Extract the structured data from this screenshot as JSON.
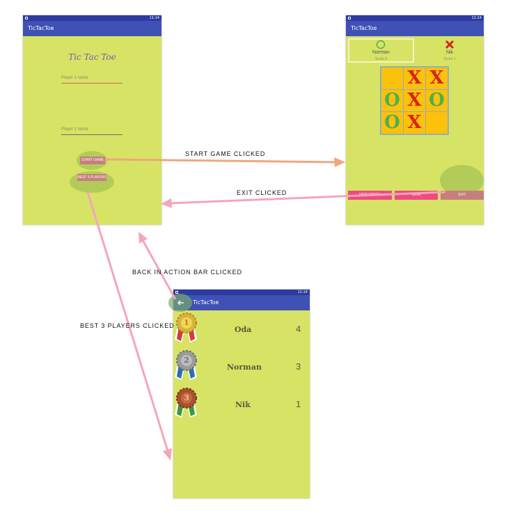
{
  "screens": {
    "main": {
      "status_time": "11:14",
      "app_title": "TicTacToe",
      "game_title": "Tic Tac Toe",
      "player1_placeholder": "Player 1 name",
      "player2_placeholder": "Player 2 name",
      "start_button": "START GAME",
      "best_button": "BEST 3 PLAYERS"
    },
    "game": {
      "status_time": "11:14",
      "app_title": "TicTacToe",
      "player1": {
        "name": "Norman",
        "score": "Score 0",
        "symbol": "circle-icon"
      },
      "player2": {
        "name": "Nik",
        "score": "Score 1",
        "symbol": "cross-icon"
      },
      "board": [
        [
          "",
          "X",
          "X"
        ],
        [
          "O",
          "X",
          "O"
        ],
        [
          "O",
          "X",
          ""
        ]
      ],
      "buttons": {
        "new_match": "NEW MATCH",
        "save": "SAVE",
        "exit": "EXIT"
      }
    },
    "leaderboard": {
      "status_time": "11:14",
      "app_title": "TicTacToe",
      "back_icon": "arrow-left-icon",
      "rows": [
        {
          "rank": "1",
          "name": "Oda",
          "score": "4",
          "medal": "gold-medal-icon"
        },
        {
          "rank": "2",
          "name": "Norman",
          "score": "3",
          "medal": "silver-medal-icon"
        },
        {
          "rank": "3",
          "name": "Nik",
          "score": "1",
          "medal": "bronze-medal-icon"
        }
      ]
    }
  },
  "transitions": {
    "start_game": "START GAME CLICKED",
    "exit": "EXIT CLICKED",
    "back": "BACK IN ACTION BAR CLICKED",
    "best": "BEST 3 PLAYERS CLICKED"
  },
  "colors": {
    "screen_bg": "#d7e365",
    "appbar": "#3f51b5",
    "statusbar": "#2d3aa0",
    "board_cell": "#fcc10b",
    "x_mark": "#d8231f",
    "o_mark": "#4caf50",
    "action_button": "#ee4b80",
    "arrow_orange": "#f0a77a",
    "arrow_pink": "#f4a6ba"
  }
}
